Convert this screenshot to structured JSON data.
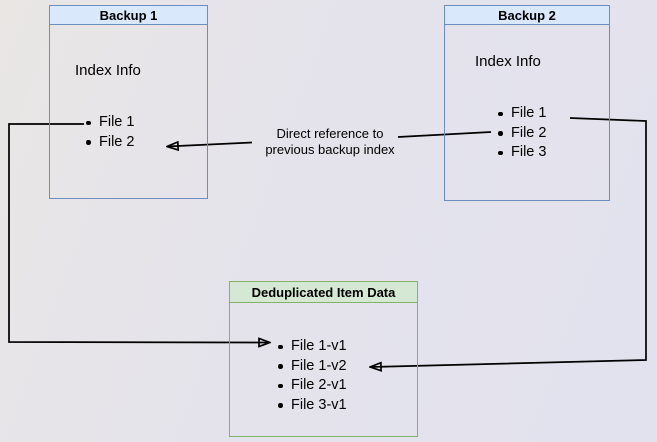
{
  "diagram": {
    "backup1": {
      "title": "Backup 1",
      "label": "Index Info",
      "files": [
        "File 1",
        "File 2"
      ]
    },
    "backup2": {
      "title": "Backup 2",
      "label": "Index Info",
      "files": [
        "File 1",
        "File 2",
        "File 3"
      ]
    },
    "dedup": {
      "title": "Deduplicated Item Data",
      "files": [
        "File 1-v1",
        "File 1-v2",
        "File 2-v1",
        "File 3-v1"
      ]
    },
    "annotation": {
      "lines": [
        "Direct reference to",
        "previous backup index"
      ]
    }
  },
  "colors": {
    "backup_header_fill": "#dae8fc",
    "backup_border": "#6c8ebf",
    "dedup_header_fill": "#d5e8d4",
    "dedup_border": "#82b366",
    "connector": "#000000",
    "text": "#000000"
  }
}
